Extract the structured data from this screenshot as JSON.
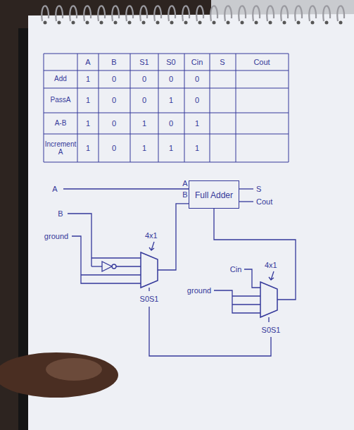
{
  "diagram": {
    "nodes": [
      {
        "text": [
          "Full Adder"
        ]
      },
      {
        "text": [
          "4x1"
        ]
      },
      {
        "text": [
          "4x1"
        ]
      }
    ],
    "edges": [
      {
        "from": 1,
        "to": 0,
        "arrow": "none"
      },
      {
        "from": 2,
        "to": 0,
        "arrow": "none"
      }
    ],
    "labels": [
      "A",
      "B",
      "S1",
      "S0",
      "Cin",
      "S",
      "Cout",
      "Add",
      "1",
      "0",
      "0",
      "0",
      "0",
      "PassA",
      "1",
      "0",
      "0",
      "1",
      "0",
      "A-B",
      "1",
      "0",
      "1",
      "0",
      "1",
      "Increment A",
      "1",
      "0",
      "1",
      "1",
      "1",
      "A",
      "B",
      "ground",
      "A",
      "B",
      "S",
      "Cout",
      "S0S1",
      "Cin",
      "ground",
      "S0S1"
    ]
  }
}
